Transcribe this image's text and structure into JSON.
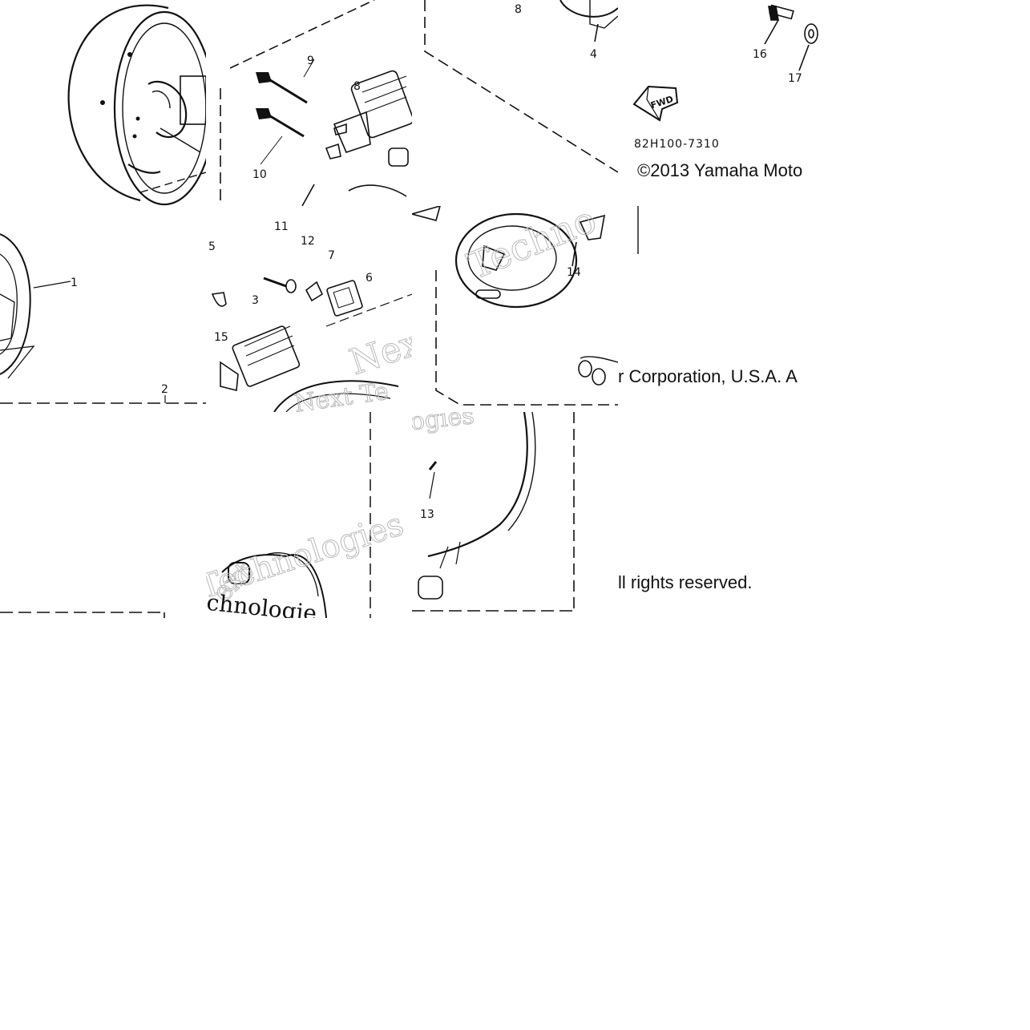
{
  "diagram": {
    "part_code": "82H100-7310",
    "copyright_line_1": "©2013 Yamaha Moto",
    "copyright_line_2": "r Corporation, U.S.A. A",
    "copyright_line_3": "ll rights reserved.",
    "fwd_label": "FWD",
    "watermark_text": [
      "Next",
      "Techno",
      "Technologies",
      "ext",
      "Technologies",
      "ologies",
      "chnologie",
      "Next Te",
      "ogies"
    ],
    "callouts": {
      "n1": "1",
      "n2": "2",
      "n3": "3",
      "n4": "4",
      "n5": "5",
      "n6": "6",
      "n7": "7",
      "n8a": "8",
      "n8b": "8",
      "n9": "9",
      "n10": "10",
      "n11": "11",
      "n12": "12",
      "n13": "13",
      "n14": "14",
      "n15": "15",
      "n16": "16",
      "n17": "17"
    }
  }
}
